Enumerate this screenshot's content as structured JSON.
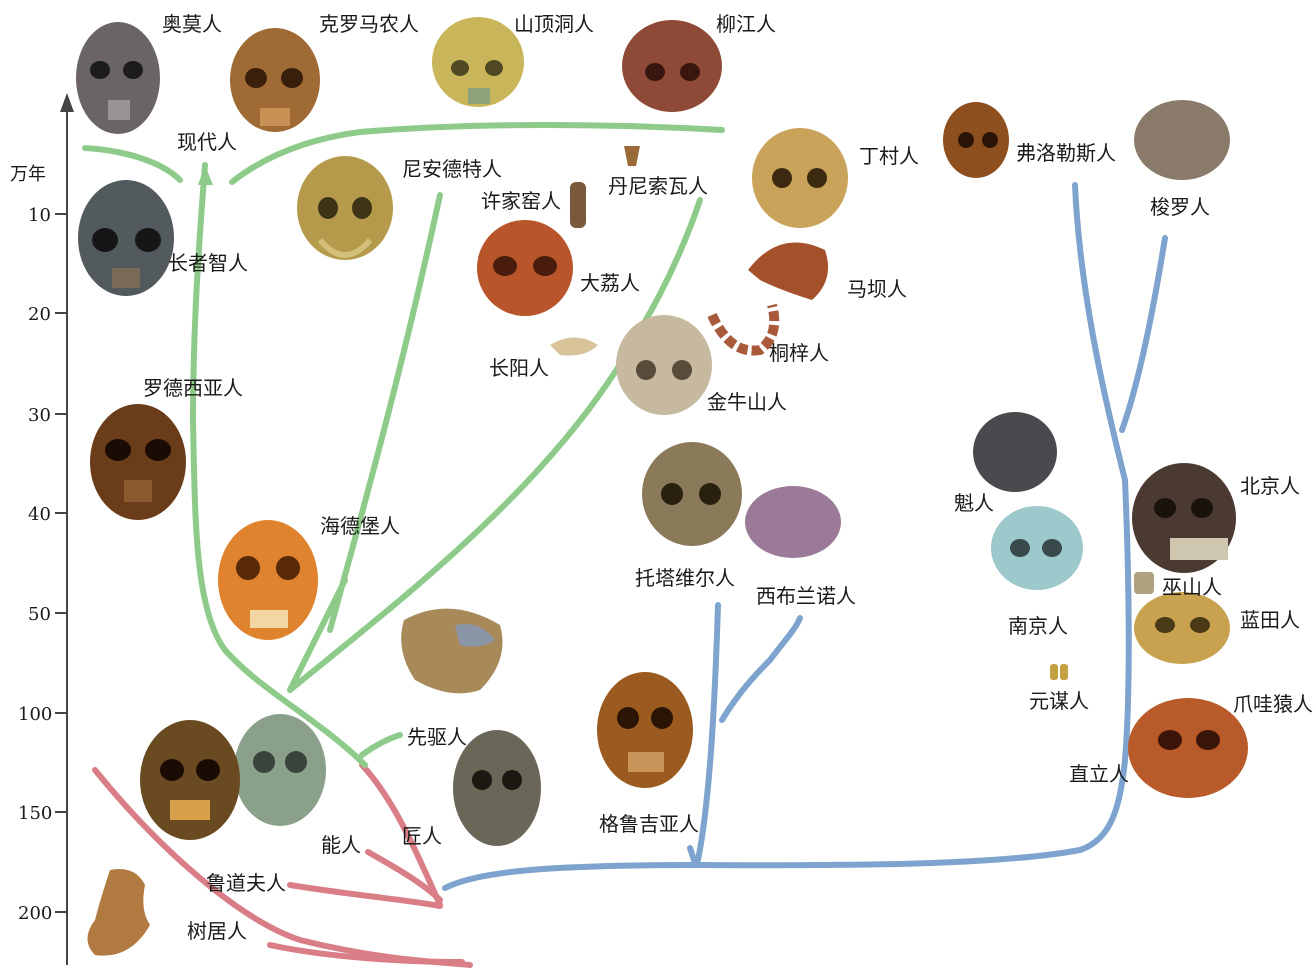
{
  "axis": {
    "unit": "万年",
    "ticks": [
      "10",
      "20",
      "30",
      "40",
      "50",
      "100",
      "150",
      "200"
    ]
  },
  "colors": {
    "green_lineage": "#8ecb8a",
    "blue_lineage": "#7ea3cf",
    "red_lineage": "#d97e86"
  },
  "labels": {
    "aomo": "奥莫人",
    "keluomanong": "克罗马农人",
    "shandingdong": "山顶洞人",
    "liujiang": "柳江人",
    "xiandai": "现代人",
    "anzhe": "长者智人",
    "niandete": "尼安德特人",
    "xujiayao": "许家窑人",
    "danisuowa": "丹尼索瓦人",
    "dingcun": "丁村人",
    "fuluolesi": "弗洛勒斯人",
    "suoluo": "梭罗人",
    "dali": "大荔人",
    "maba": "马坝人",
    "changyang": "长阳人",
    "tongzi": "桐梓人",
    "jinniushan": "金牛山人",
    "luodexiya": "罗德西亚人",
    "haidebao": "海德堡人",
    "kui": "魁人",
    "beijing": "北京人",
    "tuotaweier": "托塔维尔人",
    "xibulannuo": "西布兰诺人",
    "wushan": "巫山人",
    "nanjing": "南京人",
    "lantian": "蓝田人",
    "yuanmou": "元谋人",
    "xianqu": "先驱人",
    "zhualiyuan": "爪哇猿人",
    "zhili": "直立人",
    "nengren": "能人",
    "jiangren": "匠人",
    "gelujiya": "格鲁吉亚人",
    "ludaofu": "鲁道夫人",
    "shuju": "树居人"
  }
}
